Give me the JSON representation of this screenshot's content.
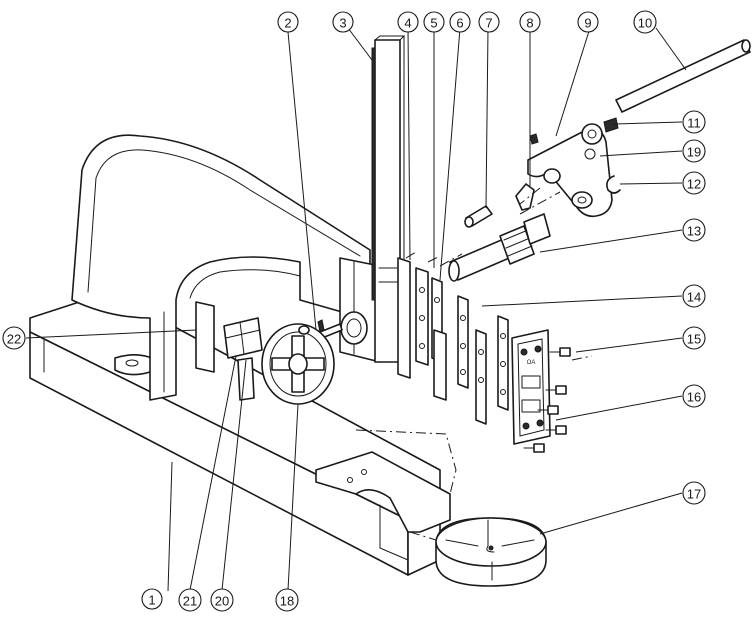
{
  "callouts": [
    {
      "id": "c1",
      "text": "1"
    },
    {
      "id": "c2",
      "text": "2"
    },
    {
      "id": "c3",
      "text": "3"
    },
    {
      "id": "c4",
      "text": "4"
    },
    {
      "id": "c5",
      "text": "5"
    },
    {
      "id": "c6",
      "text": "6"
    },
    {
      "id": "c7",
      "text": "7"
    },
    {
      "id": "c8",
      "text": "8"
    },
    {
      "id": "c9",
      "text": "9"
    },
    {
      "id": "c10",
      "text": "10"
    },
    {
      "id": "c11",
      "text": "11"
    },
    {
      "id": "c12",
      "text": "12"
    },
    {
      "id": "c13",
      "text": "13"
    },
    {
      "id": "c14",
      "text": "14"
    },
    {
      "id": "c15",
      "text": "15"
    },
    {
      "id": "c16",
      "text": "16"
    },
    {
      "id": "c17",
      "text": "17"
    },
    {
      "id": "c18",
      "text": "18"
    },
    {
      "id": "c19",
      "text": "19"
    },
    {
      "id": "c20",
      "text": "20"
    },
    {
      "id": "c21",
      "text": "21"
    },
    {
      "id": "c22",
      "text": "22"
    }
  ],
  "plate_marking": "OA"
}
